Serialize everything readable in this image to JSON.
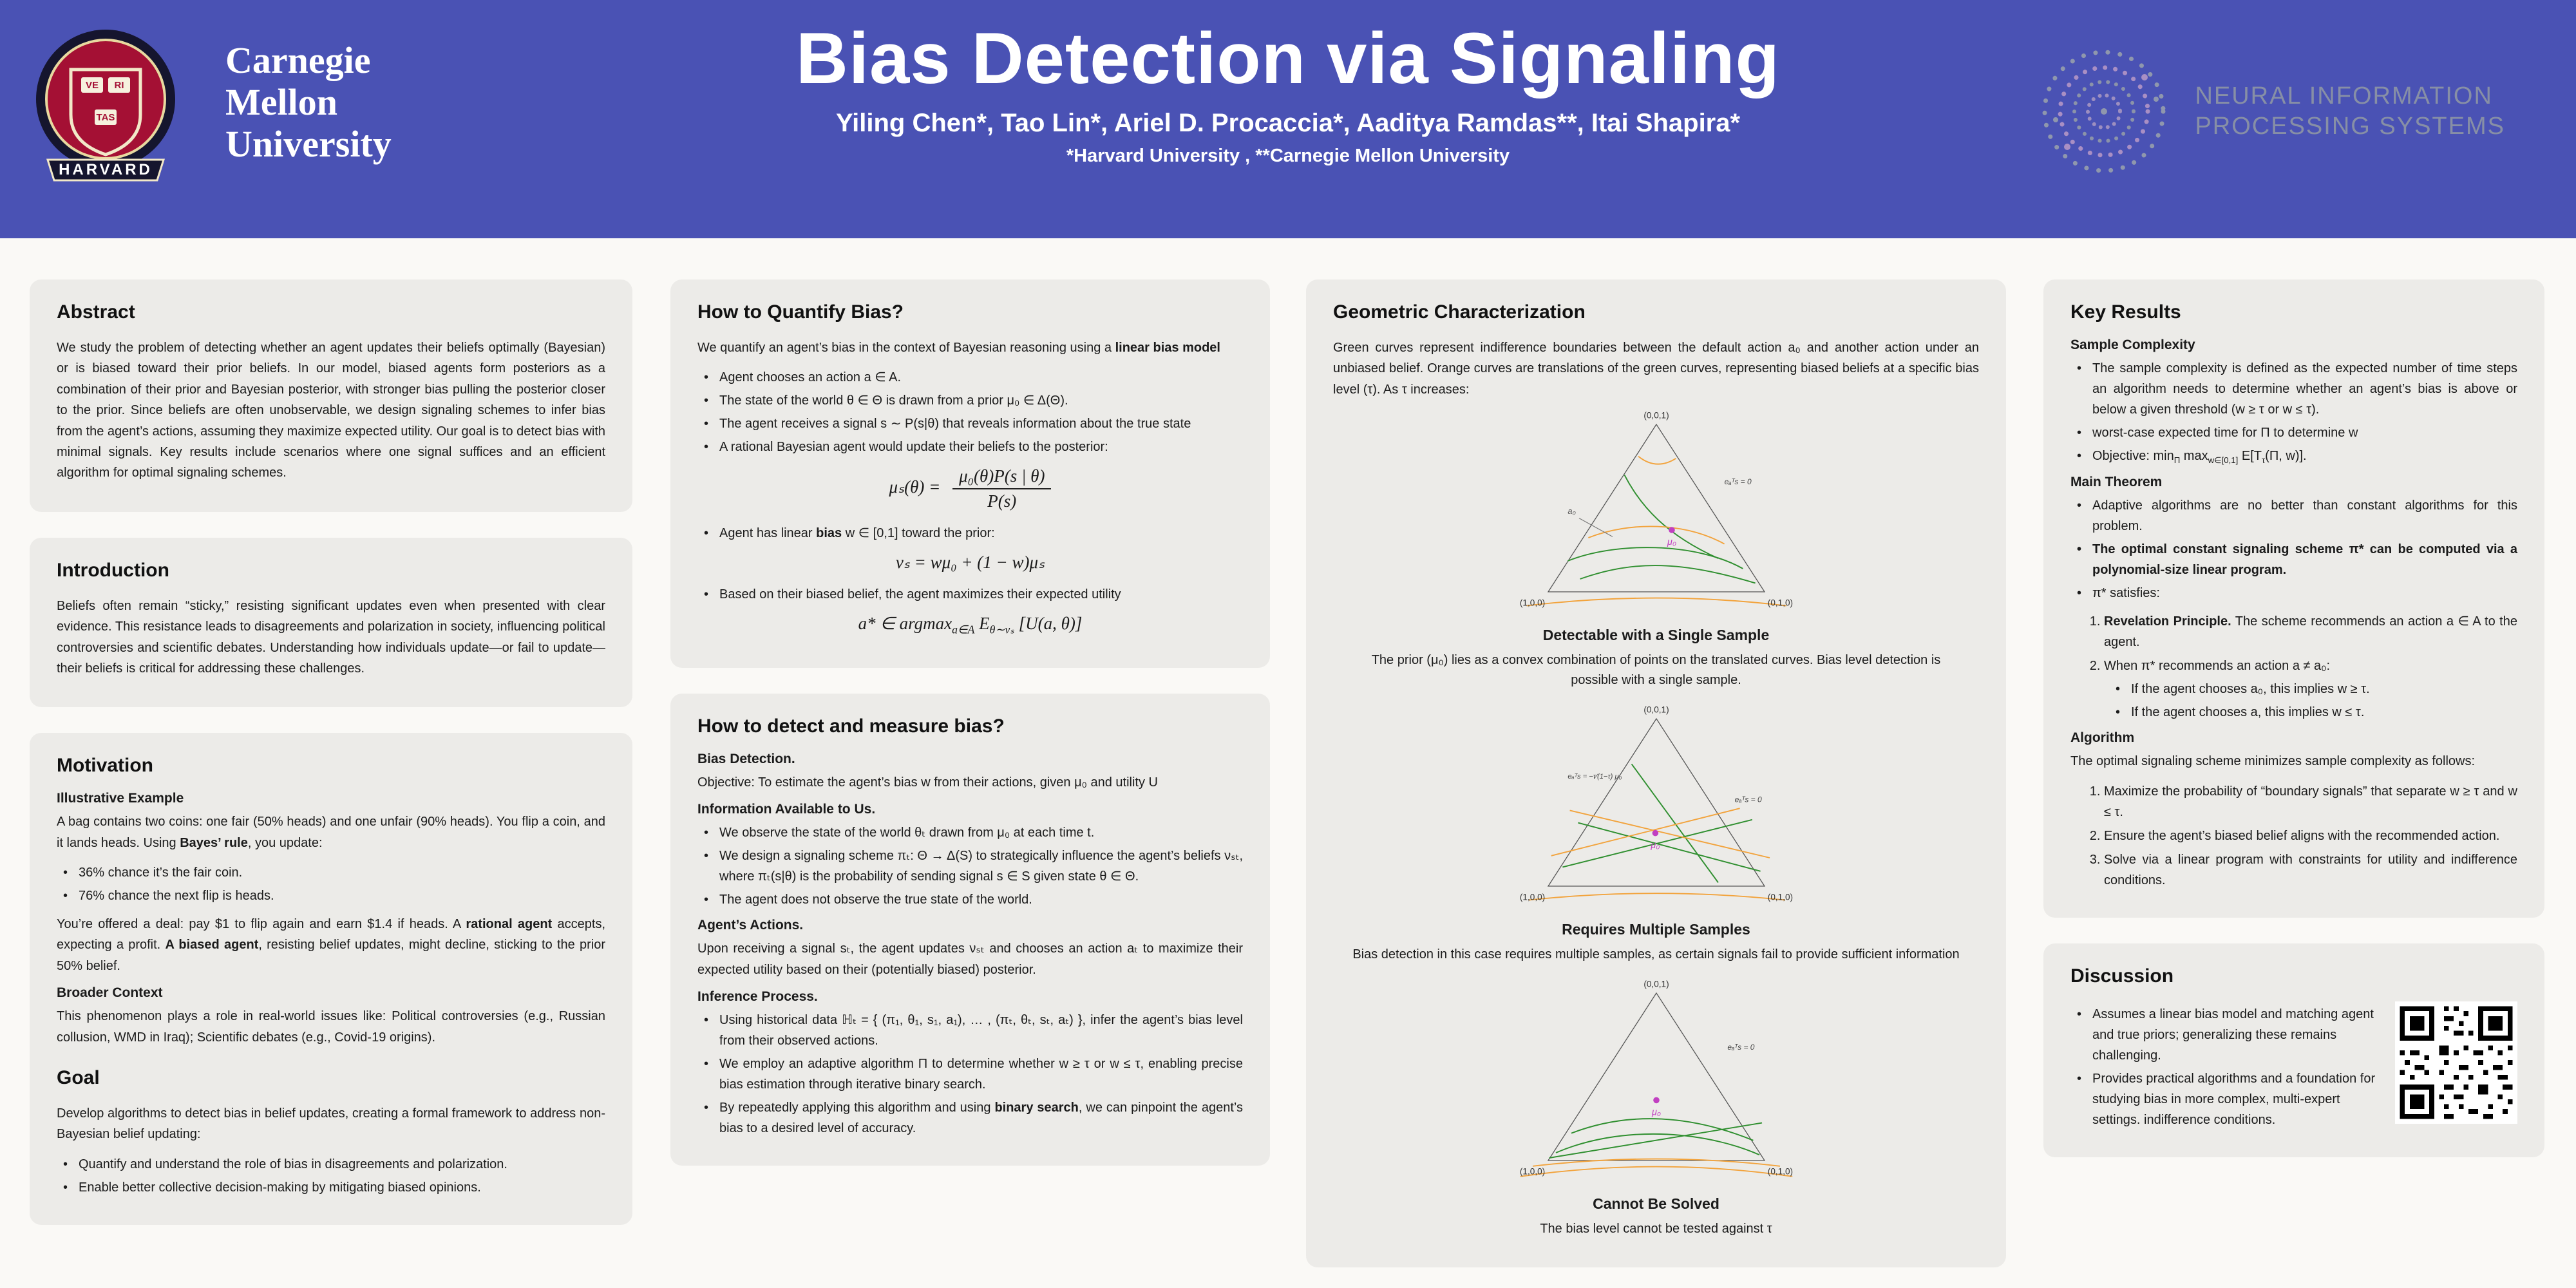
{
  "header": {
    "title": "Bias Detection via Signaling",
    "authors": "Yiling Chen*, Tao Lin*, Ariel D. Procaccia*, Aaditya Ramdas**, Itai Shapira*",
    "affiliations": "*Harvard University , **Carnegie Mellon University",
    "cmu": {
      "line1": "Carnegie",
      "line2": "Mellon",
      "line3": "University"
    },
    "harvard": {
      "motto": [
        "VE",
        "RI",
        "TAS"
      ],
      "name": "HARVARD"
    },
    "neurips": {
      "line1": "NEURAL INFORMATION",
      "line2": "PROCESSING SYSTEMS"
    }
  },
  "colors": {
    "banner": "#4a52b4",
    "card": "#ecebe8",
    "green_curve": "#2f8f2f",
    "orange_curve": "#f2a33c",
    "prior_dot": "#c13fc1",
    "harvard_crimson": "#a41034"
  },
  "abstract": {
    "title": "Abstract",
    "body": "We study the problem of detecting whether an agent updates their beliefs optimally (Bayesian) or is biased toward their prior beliefs. In our model, biased agents form posteriors as a combination of their prior and Bayesian posterior, with stronger bias pulling the posterior closer to the prior. Since beliefs are often unobservable, we design signaling schemes to infer bias from the agent’s actions, assuming they maximize expected utility. Our goal is to detect bias with minimal signals. Key results include scenarios where one signal suffices and an efficient algorithm for optimal signaling schemes."
  },
  "introduction": {
    "title": "Introduction",
    "body": "Beliefs often remain “sticky,” resisting significant updates even when presented with clear evidence. This resistance leads to disagreements and polarization in society, influencing political controversies and scientific debates. Understanding how individuals update—or fail to update—their beliefs is critical for addressing these challenges."
  },
  "motivation": {
    "title": "Motivation",
    "illustrative_heading": "Illustrative Example",
    "p1": [
      {
        "t": "A bag contains two coins: one fair (50% heads) and one unfair (90% heads). You flip a coin, and it lands heads. Using "
      },
      {
        "t": "Bayes’ rule",
        "b": true
      },
      {
        "t": ", you update:"
      }
    ],
    "bullets": [
      "36% chance it’s the fair coin.",
      "76% chance the next flip is heads."
    ],
    "p2": [
      {
        "t": "You’re offered a deal: pay $1 to flip again and earn $1.4 if heads. A "
      },
      {
        "t": "rational agent",
        "b": true
      },
      {
        "t": " accepts, expecting a profit. "
      },
      {
        "t": "A biased agent",
        "b": true
      },
      {
        "t": ", resisting belief updates, might decline, sticking to the prior 50% belief."
      }
    ],
    "broader_heading": "Broader Context",
    "p3": "This phenomenon plays a role in real-world issues like: Political controversies (e.g., Russian collusion, WMD in Iraq); Scientific debates (e.g., Covid-19 origins)."
  },
  "goal": {
    "title": "Goal",
    "p1": "Develop algorithms to detect bias in belief updates, creating a formal framework to address non-Bayesian belief updating:",
    "bullets": [
      "Quantify and understand the role of bias in disagreements and polarization.",
      "Enable better collective decision-making by mitigating biased opinions."
    ]
  },
  "quantify": {
    "title": "How to Quantify Bias?",
    "intro": [
      {
        "t": "We quantify an agent’s bias in the context of Bayesian reasoning using a "
      },
      {
        "t": "linear bias model",
        "b": true
      }
    ],
    "bullets": [
      "Agent chooses an action a ∈ A.",
      "The state of the world θ ∈ Θ is drawn from a prior μ₀ ∈ Δ(Θ).",
      "The agent receives a signal s ∼ P(s|θ) that reveals information about the true state",
      "A rational Bayesian agent would update their beliefs to the posterior:"
    ],
    "f1": {
      "lhs": "μₛ(θ) =",
      "num": "μ₀(θ)P(s | θ)",
      "den": "P(s)"
    },
    "bias_bullet": [
      {
        "t": "Agent has linear "
      },
      {
        "t": "bias",
        "b": true
      },
      {
        "t": " w ∈ [0,1]  toward the prior:"
      }
    ],
    "f2": "νₛ = wμ₀ + (1 − w)μₛ",
    "utility_bullet": "Based on their biased belief, the agent maximizes their expected utility",
    "f3": {
      "p1": "a* ∈ argmax",
      "s1": "a∈A",
      "p2": " E",
      "s2": "θ∼νₛ",
      "p3": " [U(a, θ)]"
    }
  },
  "detect": {
    "title": "How to detect and measure bias?",
    "bias_detection_heading": "Bias Detection.",
    "objective": "Objective: To estimate the agent’s bias w from their actions, given μ₀ and utility U",
    "info_heading": "Information Available to Us.",
    "info_bullets": [
      "We observe the state of the world θₜ drawn from μ₀ at each time t.",
      "We design a signaling scheme πₜ: Θ → Δ(S) to strategically influence the agent’s beliefs νₛₜ, where πₜ(s|θ) is the probability of sending signal s ∈ S given state θ ∈ Θ.",
      "The agent does not observe the true state of the world."
    ],
    "actions_heading": "Agent’s Actions.",
    "actions_body": "Upon receiving a signal sₜ, the agent updates νₛₜ and chooses an action aₜ to maximize their expected utility based on their (potentially biased) posterior.",
    "inference_heading": "Inference Process.",
    "inference_bullets": [
      [
        {
          "t": "Using historical data ℍₜ = { (π₁, θ₁, s₁, a₁), … , (πₜ, θₜ, sₜ, aₜ) }, infer the agent’s bias level from their observed actions."
        }
      ],
      [
        {
          "t": "We employ an adaptive algorithm Π to determine whether w ≥ τ or w ≤ τ, enabling precise bias estimation through iterative binary search."
        }
      ],
      [
        {
          "t": "By repeatedly applying this algorithm and using "
        },
        {
          "t": "binary search",
          "b": true
        },
        {
          "t": ", we can pinpoint the agent’s bias to a desired level of accuracy."
        }
      ]
    ]
  },
  "geometric": {
    "title": "Geometric Characterization",
    "intro": "Green curves represent indifference boundaries between the default action a₀ and another action under an unbiased belief. Orange curves are translations of the green curves, representing biased beliefs at a specific bias level (τ). As τ increases:",
    "diagrams": [
      {
        "top": "(0,0,1)",
        "left": "(1,0,0)",
        "right": "(0,1,0)",
        "mu": "μ₀",
        "ann1": "eₐᵀs = 0",
        "side_label": "a₀",
        "caption": "Detectable with a Single Sample",
        "description": "The prior (μ₀) lies as a convex combination of points on the translated curves. Bias level detection is possible with a single sample."
      },
      {
        "top": "(0,0,1)",
        "left": "(1,0,0)",
        "right": "(0,1,0)",
        "mu": "μ₀",
        "ann1": "eₐᵀs = −τ∕(1−τ) μ₀",
        "ann2": "eₐᵀs = 0",
        "caption": "Requires Multiple Samples",
        "description": "Bias detection in this case requires multiple samples, as certain signals fail to provide sufficient information"
      },
      {
        "top": "(0,0,1)",
        "left": "(1,0,0)",
        "right": "(0,1,0)",
        "mu": "μ₀",
        "ann1": "eₐᵀs = 0",
        "caption": "Cannot Be Solved",
        "description": "The bias level cannot be tested against τ"
      }
    ]
  },
  "key_results": {
    "title": "Key Results",
    "sample_heading": "Sample Complexity",
    "sample_bullets": [
      "The sample complexity is defined as the expected number of time steps an algorithm needs to determine whether an agent’s bias is above or below a given threshold (w ≥ τ or w ≤ τ).",
      "worst-case expected time for Π to determine w"
    ],
    "objective": {
      "p1": "Objective: min",
      "s1": "Π",
      "p2": " max",
      "s2": "w∈[0,1]",
      "p3": " E[T",
      "s3": "τ",
      "p4": "(Π, w)]."
    },
    "theorem_heading": "Main Theorem",
    "theorem_bullets": [
      "Adaptive algorithms are no better than constant algorithms for this problem.",
      "The optimal constant signaling scheme π* can be computed via a polynomial-size linear program.",
      "π* satisfies:"
    ],
    "satisfies": [
      [
        {
          "t": "Revelation Principle.",
          "b": true
        },
        {
          "t": " The scheme recommends an action a ∈ A to the agent."
        }
      ],
      [
        {
          "t": "When π* recommends an action a ≠ a₀:"
        }
      ]
    ],
    "sub_items": [
      "If the agent chooses a₀, this implies w ≥ τ.",
      "If the agent chooses a, this implies w ≤ τ."
    ],
    "algorithm_heading": "Algorithm",
    "algorithm_intro": "The optimal signaling scheme minimizes sample complexity as follows:",
    "algorithm_steps": [
      "Maximize the probability of “boundary signals” that separate w ≥ τ and w ≤ τ.",
      "Ensure the agent’s biased belief aligns with the recommended action.",
      "Solve via a linear program with constraints for utility and indifference conditions."
    ]
  },
  "discussion": {
    "title": "Discussion",
    "bullets": [
      "Assumes a linear bias model and matching agent and true priors; generalizing these remains challenging.",
      "Provides practical algorithms and a foundation for studying bias in more complex, multi-expert settings. indifference conditions."
    ]
  }
}
